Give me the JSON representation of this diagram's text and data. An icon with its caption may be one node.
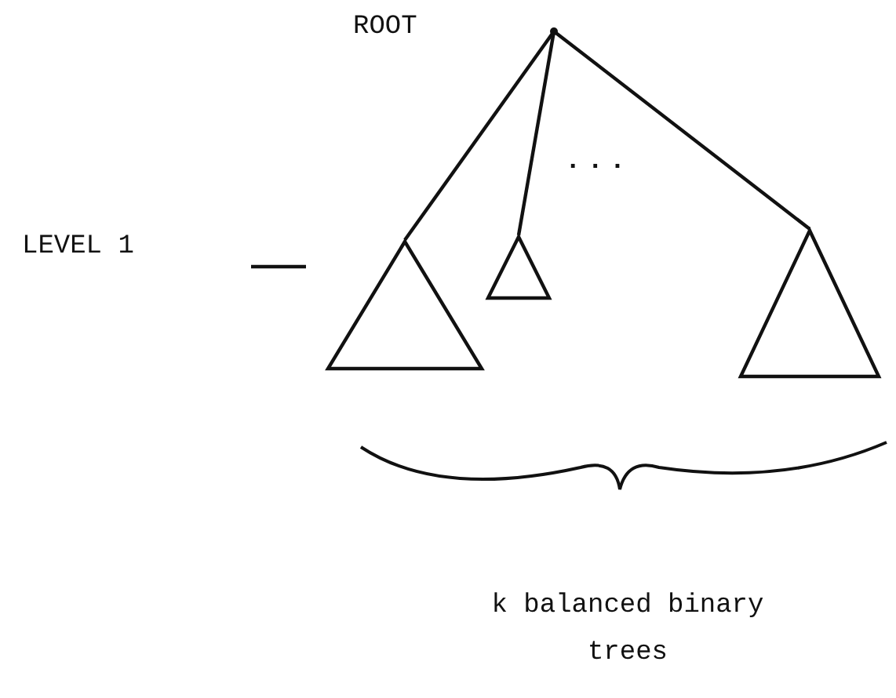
{
  "diagram": {
    "nodes": [
      {
        "text": [],
        "shape": "dot"
      },
      {
        "text": [],
        "shape": "triangle"
      },
      {
        "text": [],
        "shape": "triangle"
      },
      {
        "text": [],
        "shape": "triangle"
      }
    ],
    "edges": [
      {
        "from": 0,
        "to": 1,
        "arrow": "none"
      },
      {
        "from": 0,
        "to": 2,
        "arrow": "none"
      },
      {
        "from": 0,
        "to": 3,
        "arrow": "none"
      }
    ],
    "labels": [
      "ROOT",
      "...",
      "LEVEL 1",
      "k balanced binary trees"
    ]
  }
}
